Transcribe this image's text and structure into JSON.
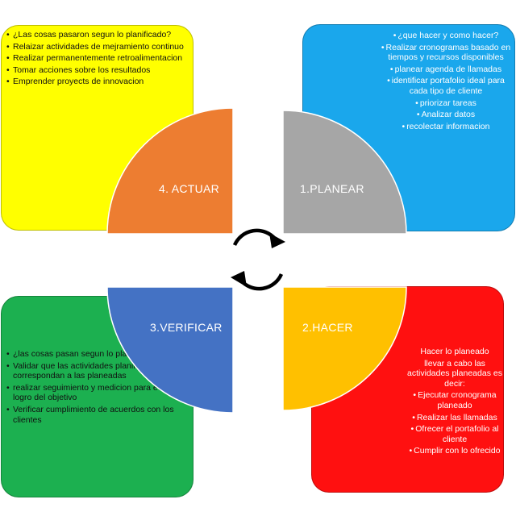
{
  "colors": {
    "actuar": "#ed7d31",
    "planear": "#a6a6a6",
    "verificar": "#4472c4",
    "hacer": "#ffc000",
    "card_actuar": "#ffff00",
    "card_planear": "#1aa7ec",
    "card_verificar": "#1cb050",
    "card_hacer": "#ff1010"
  },
  "quadrants": {
    "actuar": "4. ACTUAR",
    "planear": "1.PLANEAR",
    "verificar": "3.VERIFICAR",
    "hacer": "2.HACER"
  },
  "actuar_items": [
    "¿Las cosas pasaron segun lo planificado?",
    "Relaizar actividades de mejramiento continuo",
    "Realizar permanentemente retroalimentacion",
    "Tomar acciones sobre los resultados",
    "Emprender  proyects de innovacion"
  ],
  "planear_items": [
    "¿que hacer y como hacer?",
    "Realizar cronogramas basado en tiempos y recursos disponibles",
    "planear agenda de llamadas",
    "identificar portafolio ideal para cada tipo de cliente",
    "priorizar tareas",
    "Analizar datos",
    "recolectar informacion"
  ],
  "verificar_items": [
    "¿las cosas pasan segun lo planificado?",
    "Validar que las actividades planificadas correspondan a las planeadas",
    "realizar seguimiento y medicion para evaluar el logro del objetivo",
    "Verificar cumplimiento de acuerdos con los clientes"
  ],
  "hacer_items": [
    "Hacer lo planeado",
    "llevar a cabo las actividades planeadas es decir:",
    "Ejecutar cronograma planeado",
    "Realizar las llamadas",
    "Ofrecer el portafolio al cliente",
    "Cumplir con lo  ofrecido"
  ],
  "icons": {
    "center": "cycle-arrows-icon"
  }
}
